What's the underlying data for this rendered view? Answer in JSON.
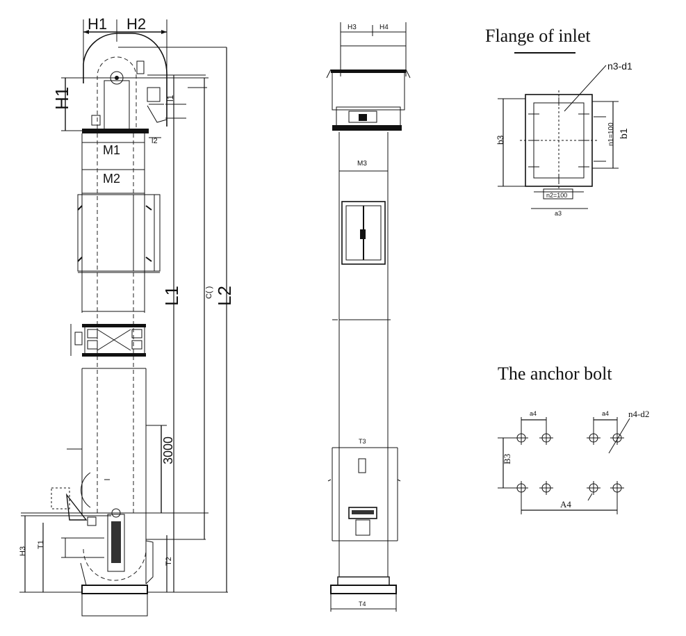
{
  "labels": {
    "flange_title": "Flange of inlet",
    "anchor_title": "The anchor bolt",
    "h1_top": "H1",
    "h2_top": "H2",
    "h1_side": "H1",
    "m1": "M1",
    "m2": "M2",
    "l1": "L1",
    "l2": "L2",
    "c_label": "C( )",
    "dim_3000": "3000",
    "n4_d2": "n4-d2",
    "b3": "B3",
    "a4": "A4",
    "n3_d1": "n3-d1",
    "b3_flange": "b3",
    "b1": "b1",
    "n2": "n2=100",
    "n1": "n1=100"
  },
  "colors": {
    "ink": "#111111",
    "paper": "#ffffff"
  }
}
